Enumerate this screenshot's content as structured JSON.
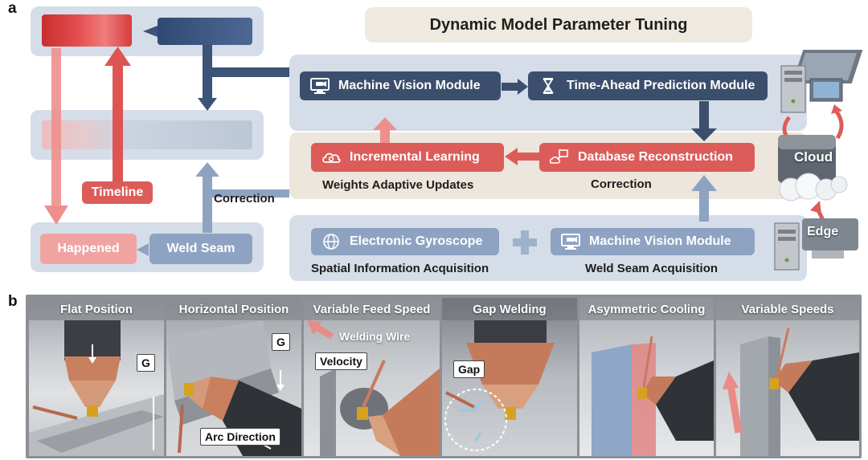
{
  "panel_a": {
    "letter": "a",
    "title": "Dynamic Model Parameter Tuning",
    "machine_vision_top": "Machine Vision Module",
    "time_ahead": "Time-Ahead Prediction Module",
    "incremental_learning": "Incremental Learning",
    "database_reconstruction": "Database Reconstruction",
    "weights_adaptive": "Weights Adaptive Updates",
    "correction_right": "Correction",
    "correction_left": "Correction",
    "timeline": "Timeline",
    "happened": "Happened",
    "weld_seam": "Weld Seam",
    "electronic_gyroscope": "Electronic Gyroscope",
    "machine_vision_bottom": "Machine Vision Module",
    "spatial_info": "Spatial Information Acquisition",
    "weld_seam_acq": "Weld Seam Acquisition",
    "cloud": "Cloud",
    "edge": "Edge",
    "colors": {
      "dark": "#3b4f6d",
      "red": "#dc5c5a",
      "light": "#8ea3c2",
      "pink": "#f0a4a2"
    }
  },
  "panel_b": {
    "letter": "b",
    "panels": [
      {
        "title": "Flat Position",
        "tags": [
          "G"
        ]
      },
      {
        "title": "Horizontal Position",
        "tags": [
          "G",
          "Arc Direction"
        ]
      },
      {
        "title": "Variable Feed Speed",
        "tags": [
          "Velocity",
          "Welding Wire"
        ]
      },
      {
        "title": "Gap Welding",
        "tags": [
          "Gap"
        ]
      },
      {
        "title": "Asymmetric Cooling",
        "tags": []
      },
      {
        "title": "Variable Speeds",
        "tags": []
      }
    ]
  }
}
